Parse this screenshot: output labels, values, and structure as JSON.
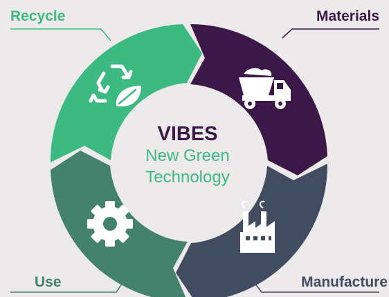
{
  "center": {
    "title": "VIBES",
    "line1": "New Green",
    "line2": "Technology"
  },
  "stages": [
    {
      "label": "Recycle",
      "icon": "recycle-leaf-icon",
      "color": "#3dba82"
    },
    {
      "label": "Materials",
      "icon": "dump-truck-icon",
      "color": "#3b1848"
    },
    {
      "label": "Manufacture",
      "icon": "factory-icon",
      "color": "#414c61"
    },
    {
      "label": "Use",
      "icon": "gear-icon",
      "color": "#45826d"
    }
  ],
  "colors": {
    "background": "#eceaeb",
    "center_title": "#3b1848",
    "center_sub": "#3dba82",
    "icon": "#ffffff"
  }
}
